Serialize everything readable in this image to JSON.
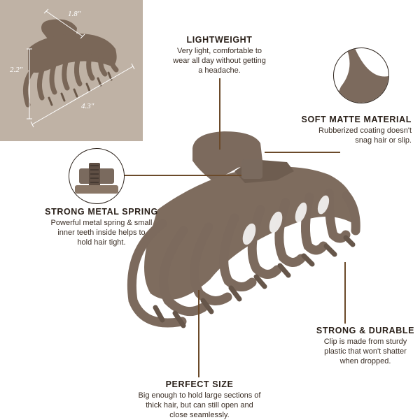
{
  "dimensions": {
    "width_label": "1.8″",
    "height_label": "2.2″",
    "length_label": "4.3″"
  },
  "features": {
    "lightweight": {
      "title": "LIGHTWEIGHT",
      "lines": [
        "Very light, comfortable to",
        "wear all day without getting",
        "a headache."
      ]
    },
    "soft_matte": {
      "title": "SOFT MATTE MATERIAL",
      "lines": [
        "Rubberized coating doesn't",
        "snag hair or slip."
      ]
    },
    "metal_spring": {
      "title": "STRONG METAL SPRING",
      "lines": [
        "Powerful metal spring & small",
        "inner teeth inside helps to",
        "hold hair tight."
      ]
    },
    "strong_durable": {
      "title": "STRONG & DURABLE",
      "lines": [
        "Clip is made from sturdy",
        "plastic that won't shatter",
        "when dropped."
      ]
    },
    "perfect_size": {
      "title": "PERFECT SIZE",
      "lines": [
        "Big enough to hold large sections of",
        "thick hair, but can still open and",
        "close seamlessly."
      ]
    }
  },
  "colors": {
    "clip": "#7c6a5d",
    "clip_dark": "#5f4f44",
    "panel": "#bfb2a5",
    "leader": "#6b4a2a"
  }
}
